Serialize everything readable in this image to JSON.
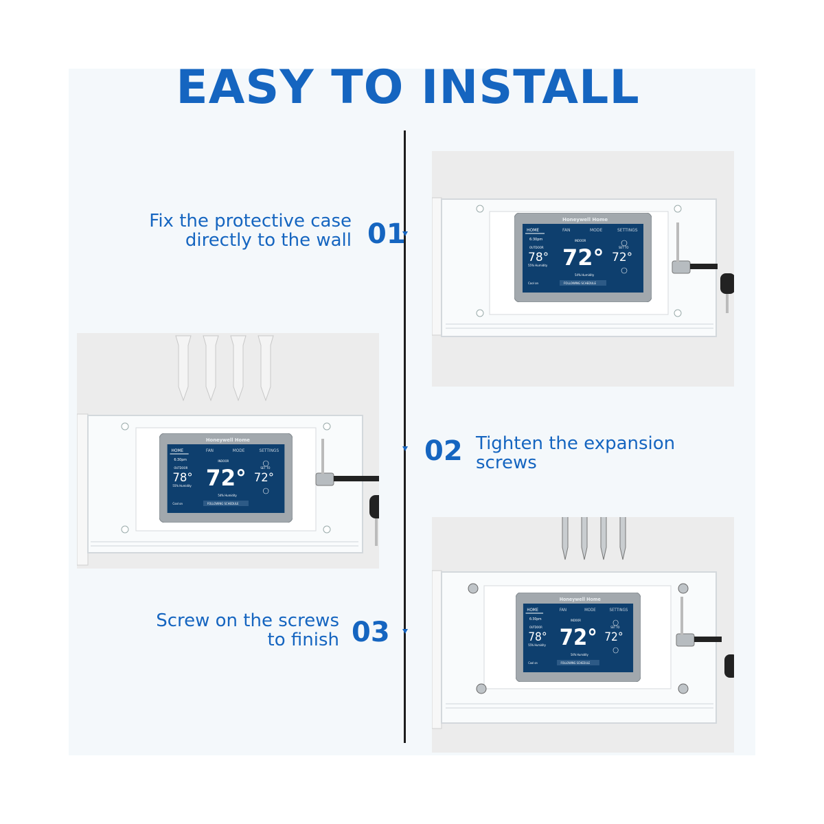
{
  "title": "EASY TO INSTALL",
  "steps": [
    {
      "number": "01",
      "line1": "Fix the protective case",
      "line2": "directly to the wall"
    },
    {
      "number": "02",
      "line1": "Tighten the expansion",
      "line2": "screws"
    },
    {
      "number": "03",
      "line1": "Screw on the screws",
      "line2": "to finish"
    }
  ],
  "thermostat": {
    "brand": "Honeywell",
    "brand_suffix": "Home",
    "tab_home": "HOME",
    "tab_fan": "FAN",
    "tab_mode": "MODE",
    "tab_settings": "SETTINGS",
    "time": "6:30pm",
    "outdoor_label": "OUTDOOR",
    "outdoor_temp": "78",
    "humidity_small": "55% Humidity",
    "indoor_label": "INDOOR",
    "indoor_temp": "72",
    "set_to_label": "SET TO",
    "set_temp": "72",
    "indoor_humidity": "54% Humidity",
    "cool_on": "Cool on",
    "schedule": "FOLLOWING SCHEDULE",
    "degree": "°"
  },
  "colors": {
    "accent": "#1565c0",
    "screen": "#0e3f6e",
    "bezel": "#9aa1a6",
    "background": "#f4f8fb"
  }
}
